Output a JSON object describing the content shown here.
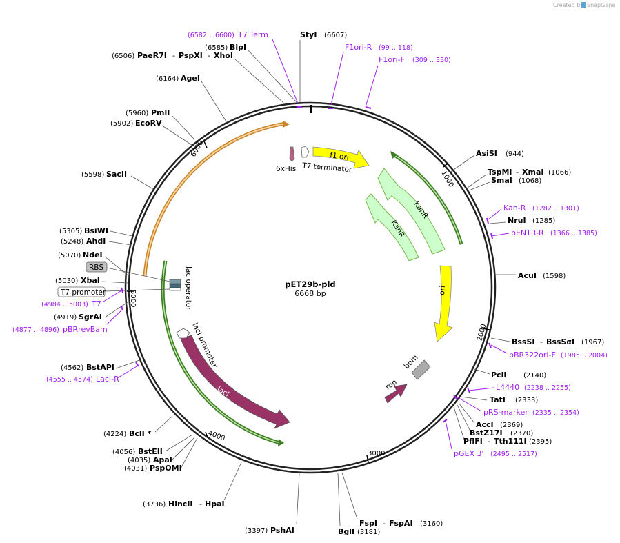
{
  "credit": {
    "prefix": "Created by",
    "brand": "SnapGene"
  },
  "plasmid": {
    "name": "pET29b-pld",
    "size_label": "6668 bp",
    "total_bp": 6668
  },
  "ticks": [
    "1000",
    "2000",
    "3000",
    "4000",
    "5000",
    "6000"
  ],
  "enzymes": [
    {
      "id": "styi",
      "name": "StyI",
      "pos": "(6607)"
    },
    {
      "id": "blpi",
      "name": "BlpI",
      "pos": "(6585)"
    },
    {
      "id": "paer7i",
      "name": "PaeR7I",
      "sep1": "-",
      "name2": "PspXI",
      "sep2": "-",
      "name3": "XhoI",
      "pos": "(6506)"
    },
    {
      "id": "agei",
      "name": "AgeI",
      "pos": "(6164)"
    },
    {
      "id": "pmli",
      "name": "PmlI",
      "pos": "(5960)"
    },
    {
      "id": "ecorv",
      "name": "EcoRV",
      "pos": "(5902)"
    },
    {
      "id": "sacii",
      "name": "SacII",
      "pos": "(5598)"
    },
    {
      "id": "bsiwi",
      "name": "BsiWI",
      "pos": "(5305)"
    },
    {
      "id": "ahdi",
      "name": "AhdI",
      "pos": "(5248)"
    },
    {
      "id": "ndei",
      "name": "NdeI",
      "pos": "(5070)"
    },
    {
      "id": "xbai",
      "name": "XbaI",
      "pos": "(5030)"
    },
    {
      "id": "sgrai",
      "name": "SgrAI",
      "pos": "(4919)"
    },
    {
      "id": "bstapi",
      "name": "BstAPI",
      "pos": "(4562)"
    },
    {
      "id": "bcli",
      "name": "BclI *",
      "pos": "(4224)"
    },
    {
      "id": "bsteii",
      "name": "BstEII",
      "pos": "(4056)"
    },
    {
      "id": "apai",
      "name": "ApaI",
      "pos": "(4035)"
    },
    {
      "id": "psppmi",
      "name": "PspOMI",
      "pos": "(4031)"
    },
    {
      "id": "hincii",
      "name": "HincII",
      "sep1": "-",
      "name2": "HpaI",
      "pos": "(3736)"
    },
    {
      "id": "pshai",
      "name": "PshAI",
      "pos": "(3397)"
    },
    {
      "id": "bgli",
      "name": "BglI",
      "pos": "(3181)"
    },
    {
      "id": "fspi",
      "name": "FspI",
      "sep1": "-",
      "name2": "FspAI",
      "pos": "(3160)"
    },
    {
      "id": "asisi",
      "name": "AsiSI",
      "pos": "(944)"
    },
    {
      "id": "tspmi",
      "name": "TspMI",
      "sep1": "-",
      "name2": "XmaI",
      "pos": "(1066)"
    },
    {
      "id": "smai",
      "name": "SmaI",
      "pos": "(1068)"
    },
    {
      "id": "drui",
      "name": "NruI",
      "pos": "(1285)"
    },
    {
      "id": "acui",
      "name": "AcuI",
      "pos": "(1598)"
    },
    {
      "id": "bsssi",
      "name": "BssSI",
      "sep1": "-",
      "name2": "BssSαI",
      "pos": "(1967)"
    },
    {
      "id": "pcii",
      "name": "PciI",
      "pos": "(2140)"
    },
    {
      "id": "tati",
      "name": "TatI",
      "pos": "(2333)"
    },
    {
      "id": "acci",
      "name": "AccI",
      "pos": "(2369)"
    },
    {
      "id": "bstz17i",
      "name": "BstZ17I",
      "pos": "(2370)"
    },
    {
      "id": "pflfi",
      "name": "PflFI",
      "sep1": "-",
      "name2": "Tth111I",
      "pos": "(2395)"
    }
  ],
  "primers": [
    {
      "id": "t7term",
      "name": "T7 Term",
      "range": "(6582 .. 6600)"
    },
    {
      "id": "f1orir",
      "name": "F1ori-R",
      "range": "(99 .. 118)"
    },
    {
      "id": "f1orif",
      "name": "F1ori-F",
      "range": "(309 .. 330)"
    },
    {
      "id": "kanr",
      "name": "Kan-R",
      "range": "(1282 .. 1301)"
    },
    {
      "id": "pentrr",
      "name": "pENTR-R",
      "range": "(1366 .. 1385)"
    },
    {
      "id": "pbr322orif",
      "name": "pBR322ori-F",
      "range": "(1985 .. 2004)"
    },
    {
      "id": "l4440",
      "name": "L4440",
      "range": "(2238 .. 2255)"
    },
    {
      "id": "prsmarker",
      "name": "pRS-marker",
      "range": "(2335 .. 2354)"
    },
    {
      "id": "pgex3",
      "name": "pGEX 3'",
      "range": "(2495 .. 2517)"
    },
    {
      "id": "lacir",
      "name": "LacI-R",
      "range": "(4555 .. 4574)"
    },
    {
      "id": "t7",
      "name": "T7",
      "range": "(4984 .. 5003)"
    },
    {
      "id": "pbrrevbam",
      "name": "pBRrevBam",
      "range": "(4877 .. 4896)"
    }
  ],
  "features": {
    "f1ori": "f1 ori",
    "his": "6xHis",
    "t7term": "T7 terminator",
    "kanr1": "KanR",
    "kanr2": "KanR",
    "ori": "ori",
    "bom": "bom",
    "rop": "rop",
    "laci": "lacI",
    "laciprom": "lacI promoter",
    "lacop": "lac operator",
    "rbs": "RBS",
    "t7prom": "T7 promoter"
  },
  "colors": {
    "backbone": "#222222",
    "f1ori": "#ffff00",
    "kanr": "#ccffcc",
    "kanr_outline": "#7ab648",
    "ori": "#ffff00",
    "laci": "#993366",
    "bom": "#aaaaaa",
    "orange_orf": "#e6a64a",
    "green_orf": "#4b9a2e",
    "primer": "#a020f0"
  }
}
